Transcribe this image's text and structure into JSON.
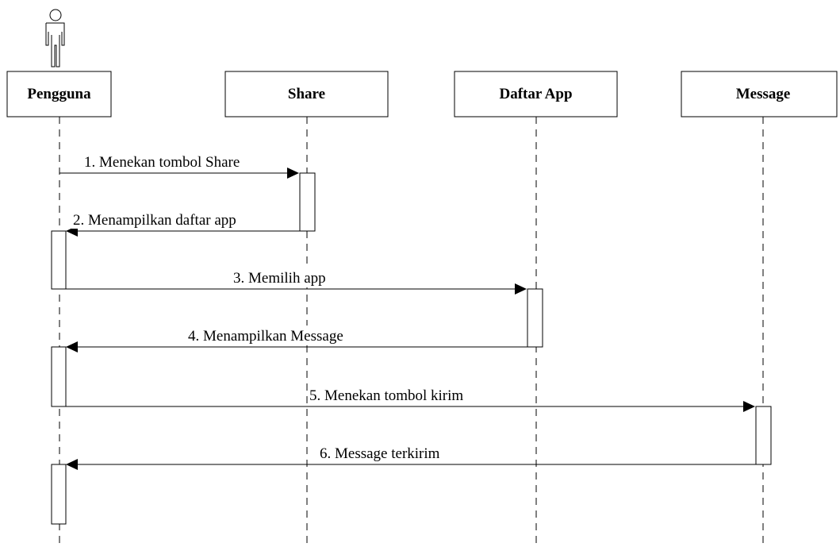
{
  "lifelines": [
    {
      "id": "pengguna",
      "title": "Pengguna",
      "has_actor_icon": true
    },
    {
      "id": "share",
      "title": "Share",
      "has_actor_icon": false
    },
    {
      "id": "daftar",
      "title": "Daftar App",
      "has_actor_icon": false
    },
    {
      "id": "message",
      "title": "Message",
      "has_actor_icon": false
    }
  ],
  "messages": [
    {
      "label": "1. Menekan tombol Share",
      "from": "pengguna",
      "to": "share"
    },
    {
      "label": "2. Menampilkan daftar app",
      "from": "share",
      "to": "pengguna"
    },
    {
      "label": "3. Memilih app",
      "from": "pengguna",
      "to": "daftar"
    },
    {
      "label": "4. Menampilkan Message",
      "from": "daftar",
      "to": "pengguna"
    },
    {
      "label": "5. Menekan tombol kirim",
      "from": "pengguna",
      "to": "message"
    },
    {
      "label": "6. Message terkirim",
      "from": "message",
      "to": "pengguna"
    }
  ]
}
